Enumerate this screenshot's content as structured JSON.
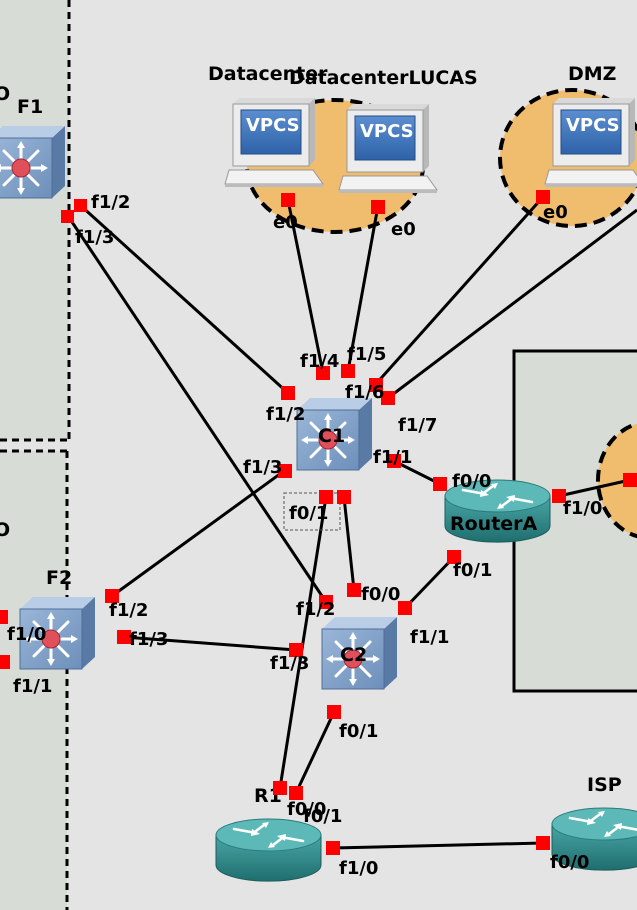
{
  "diagram": {
    "nodes": {
      "f1": {
        "label": "F1"
      },
      "f2": {
        "label": "F2"
      },
      "c1": {
        "label": "C1"
      },
      "c2": {
        "label": "C2"
      },
      "r1": {
        "label": "R1"
      },
      "routera": {
        "label": "RouterA"
      },
      "isp": {
        "label": "ISP"
      },
      "vpcs_dc": {
        "label": "Datacenter",
        "badge": "VPCS"
      },
      "vpcs_dcl": {
        "label": "DatacenterLUCAS",
        "badge": "VPCS"
      },
      "vpcs_dmz": {
        "label": "DMZ",
        "badge": "VPCS"
      }
    },
    "ports": {
      "f1_f12": "f1/2",
      "f1_f13": "f1/3",
      "dc_e0": "e0",
      "dcl_e0": "e0",
      "dmz_e0": "e0",
      "c1_f14": "f1/4",
      "c1_f15": "f1/5",
      "c1_f16": "f1/6",
      "c1_f17": "f1/7",
      "c1_f12": "f1/2",
      "c1_f13": "f1/3",
      "c1_f11": "f1/1",
      "c1_f01": "f0/1",
      "ra_f00": "f0/0",
      "ra_f01": "f0/1",
      "ra_f10": "f1/0",
      "f2_f12": "f1/2",
      "f2_f13": "f1/3",
      "f2_f10": "f1/0",
      "f2_f11": "f1/1",
      "c2_f00": "f0/0",
      "c2_f12": "f1/2",
      "c2_f11": "f1/1",
      "c2_f13": "f1/3",
      "c2_f01": "f0/1",
      "r1_f00": "f0/0",
      "r1_f01": "f0/1",
      "r1_f10": "f1/0",
      "isp_f00": "f0/0"
    },
    "colors": {
      "zone_fill": "#f0bc6e",
      "switch_blue": "#7c9cc4",
      "router_teal": "#2e8a8a",
      "port_red": "#ff0000",
      "canvas": "#e4e4e4",
      "area": "#d8dcd6"
    }
  }
}
